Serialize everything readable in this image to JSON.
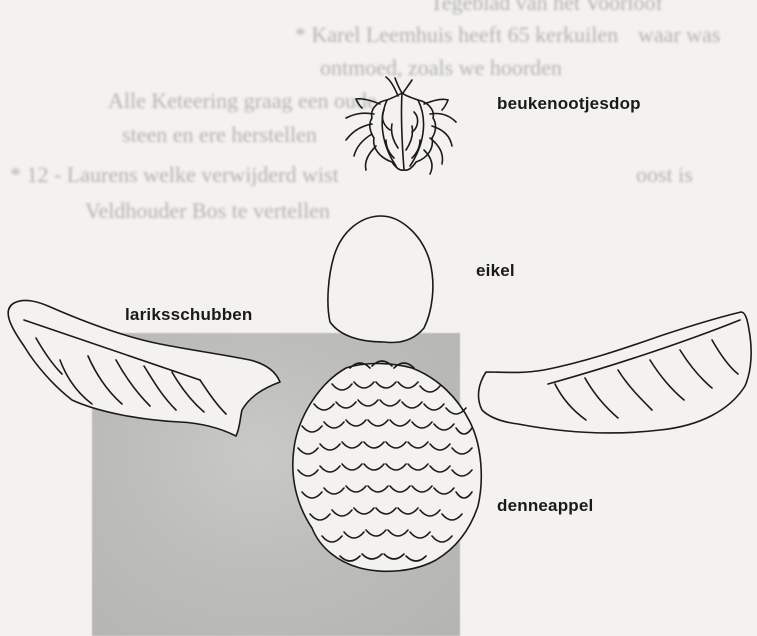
{
  "background_text": [
    "Tegeblad van het Voorloof",
    "waar was",
    "* Karel Leemhuis heeft 65 kerkuilen",
    "ontmoed, zoals we hoorden",
    "Alle Keteering graag een oude",
    "steen en ere herstellen",
    "oost is",
    "* 12 - Laurens welke verwijderd wist",
    "Veldhouder Bos te vertellen"
  ],
  "labels": {
    "beech_cupule": "beukenootjesdop",
    "acorn": "eikel",
    "larch_scales": "lariksschubben",
    "pine_cone": "denneappel"
  }
}
